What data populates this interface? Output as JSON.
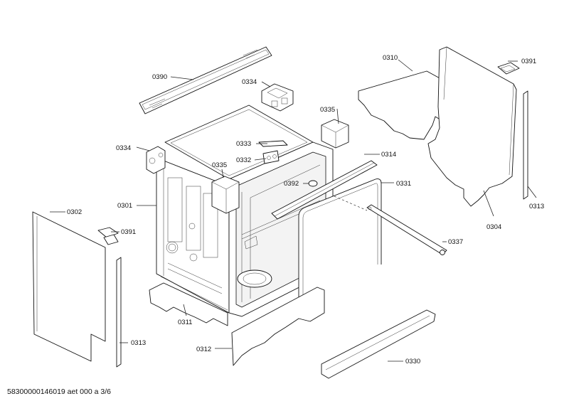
{
  "labels": {
    "p0390": "0390",
    "p0334a": "0334",
    "p0334b": "0334",
    "p0310": "0310",
    "p0391a": "0391",
    "p0391b": "0391",
    "p0335a": "0335",
    "p0335b": "0335",
    "p0333": "0333",
    "p0332": "0332",
    "p0314": "0314",
    "p0392": "0392",
    "p0331": "0331",
    "p0301": "0301",
    "p0302": "0302",
    "p0313a": "0313",
    "p0313b": "0313",
    "p0304": "0304",
    "p0337": "0337",
    "p0311": "0311",
    "p0312": "0312",
    "p0330": "0330"
  },
  "footer": "58300000146019 aet 000 a 3/6"
}
